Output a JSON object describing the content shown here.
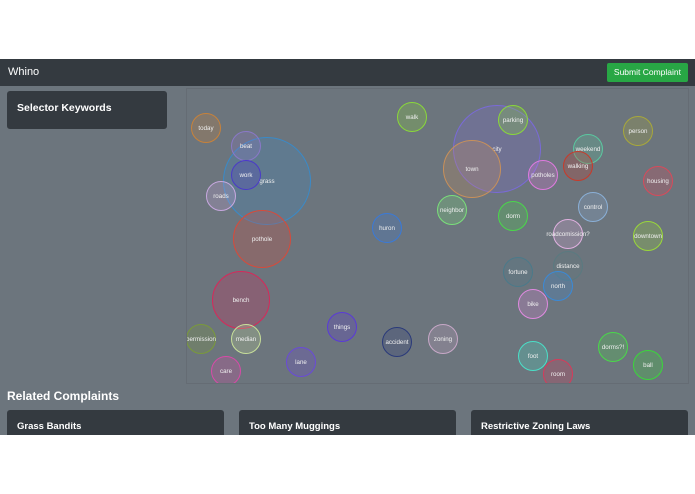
{
  "navbar": {
    "brand": "Whino",
    "submit_label": "Submit Complaint",
    "submit_color": "#28a745"
  },
  "sidebar": {
    "title": "Selector Keywords"
  },
  "chart_data": {
    "type": "bubble",
    "keywords": [
      {
        "label": "today",
        "weight": 1,
        "color": "#c8823a"
      },
      {
        "label": "beat",
        "weight": 1,
        "color": "#8a78c8"
      },
      {
        "label": "grass",
        "weight": 3,
        "color": "#3a8ac8"
      },
      {
        "label": "work",
        "weight": 1,
        "color": "#4a3ac8"
      },
      {
        "label": "roads",
        "weight": 1,
        "color": "#c8a8e0"
      },
      {
        "label": "pothole",
        "weight": 2,
        "color": "#d84a3a"
      },
      {
        "label": "bench",
        "weight": 2,
        "color": "#d8285a"
      },
      {
        "label": "permission",
        "weight": 1,
        "color": "#7a9a3a"
      },
      {
        "label": "median",
        "weight": 1,
        "color": "#c8e09a"
      },
      {
        "label": "care",
        "weight": 1,
        "color": "#d84aa8"
      },
      {
        "label": "things",
        "weight": 1,
        "color": "#5a3ad8"
      },
      {
        "label": "lane",
        "weight": 1,
        "color": "#6a4ad8"
      },
      {
        "label": "huron",
        "weight": 1,
        "color": "#3a7ad8"
      },
      {
        "label": "walk",
        "weight": 1,
        "color": "#8ad83a"
      },
      {
        "label": "accident",
        "weight": 1,
        "color": "#2a3a7a"
      },
      {
        "label": "zoning",
        "weight": 1,
        "color": "#c8a8c8"
      },
      {
        "label": "city",
        "weight": 3,
        "color": "#7a6ad8"
      },
      {
        "label": "parking",
        "weight": 1,
        "color": "#8ad83a"
      },
      {
        "label": "town",
        "weight": 2,
        "color": "#c8905a"
      },
      {
        "label": "neighbor",
        "weight": 1,
        "color": "#7ae07a"
      },
      {
        "label": "dorm",
        "weight": 1,
        "color": "#4ad84a"
      },
      {
        "label": "potholes",
        "weight": 1,
        "color": "#e07ae0"
      },
      {
        "label": "weekend",
        "weight": 1,
        "color": "#5ac8a0"
      },
      {
        "label": "walking",
        "weight": 1,
        "color": "#c83a2a"
      },
      {
        "label": "person",
        "weight": 1,
        "color": "#a8a83a"
      },
      {
        "label": "housing",
        "weight": 1,
        "color": "#d84a5a"
      },
      {
        "label": "control",
        "weight": 1,
        "color": "#8ab0d8"
      },
      {
        "label": "roadcomission?",
        "weight": 1,
        "color": "#e0b0e0"
      },
      {
        "label": "downtown",
        "weight": 1,
        "color": "#9ad83a"
      },
      {
        "label": "distance",
        "weight": 1,
        "color": "#5a7a80"
      },
      {
        "label": "fortune",
        "weight": 1,
        "color": "#4a7a8a"
      },
      {
        "label": "north",
        "weight": 1,
        "color": "#3a8ad8"
      },
      {
        "label": "bike",
        "weight": 1,
        "color": "#e08ae0"
      },
      {
        "label": "foot",
        "weight": 1,
        "color": "#4ae0c8"
      },
      {
        "label": "room",
        "weight": 1,
        "color": "#d83a5a"
      },
      {
        "label": "dorms?!",
        "weight": 1,
        "color": "#4ad84a"
      },
      {
        "label": "ball",
        "weight": 1,
        "color": "#3ad83a"
      }
    ]
  },
  "related": {
    "title": "Related Complaints",
    "cards": [
      {
        "title": "Grass Bandits"
      },
      {
        "title": "Too Many Muggings"
      },
      {
        "title": "Restrictive Zoning Laws"
      }
    ]
  }
}
